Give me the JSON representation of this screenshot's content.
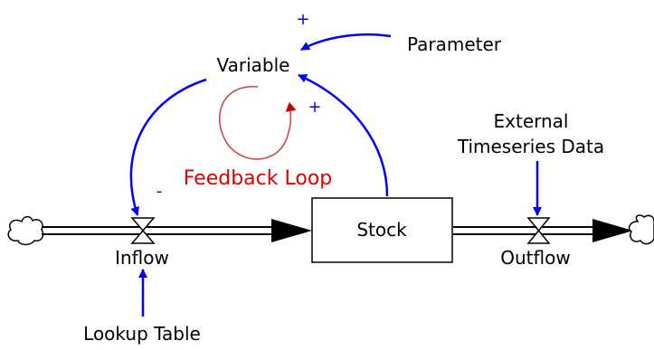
{
  "diagram": {
    "nodes": {
      "stock": "Stock",
      "variable": "Variable",
      "parameter": "Parameter",
      "inflow": "Inflow",
      "outflow": "Outflow",
      "lookup_table": "Lookup Table",
      "external_data_line1": "External",
      "external_data_line2": "Timeseries Data"
    },
    "signs": {
      "parameter_to_variable": "+",
      "stock_to_variable": "+",
      "variable_to_inflow": "-"
    },
    "loop_label": "Feedback Loop",
    "colors": {
      "link": "#0000ff",
      "loop_label": "#e00000",
      "loop_arrow": "#d04040",
      "flow_pipe": "#000000"
    }
  }
}
